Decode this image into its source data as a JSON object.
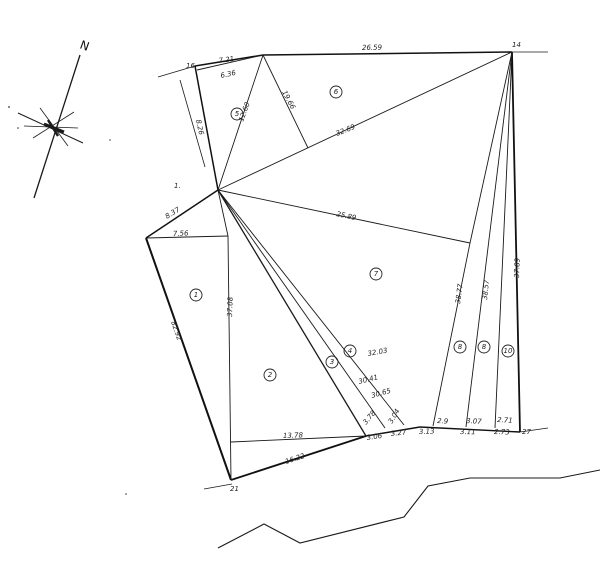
{
  "compass": {
    "north_label": "N"
  },
  "corners": {
    "c16": "16",
    "c14": "14",
    "c1": "1.",
    "c21": "21",
    "c27": "27"
  },
  "measurements": {
    "m7_21": "7.21",
    "m26_59": "26.59",
    "m6_36": "6.36",
    "m12_60": "12.60",
    "m19_66": "19.66",
    "m32_69": "32.69",
    "m8_26": "8.26",
    "m8_37": "8.37",
    "m7_56": "7.56",
    "m25_89": "25.89",
    "m37_89": "37.89",
    "m38_77": "38.77",
    "m38_57": "38.57",
    "m37_08": "37.08",
    "m32_03": "32.03",
    "m30_41": "30.41",
    "m30_65": "30.65",
    "m82_92": "82.92",
    "m13_78": "13.78",
    "m16_22": "16.22",
    "m3_78": "3.78",
    "m3_06": "3.06",
    "m3_27": "3.27",
    "m3_13": "3.13",
    "m3_11": "3.11",
    "m2_73": "2.73",
    "m3_04": "3.04",
    "m2_9": "2.9",
    "m3_07": "3.07",
    "m2_71": "2.71"
  },
  "lots": {
    "lot1": "1",
    "lot2": "2",
    "lot3": "3",
    "lot4": "4",
    "lot5": "5",
    "lot6": "6",
    "lot7": "7",
    "lot8": "8",
    "lot9": "8",
    "lot10": "10"
  }
}
